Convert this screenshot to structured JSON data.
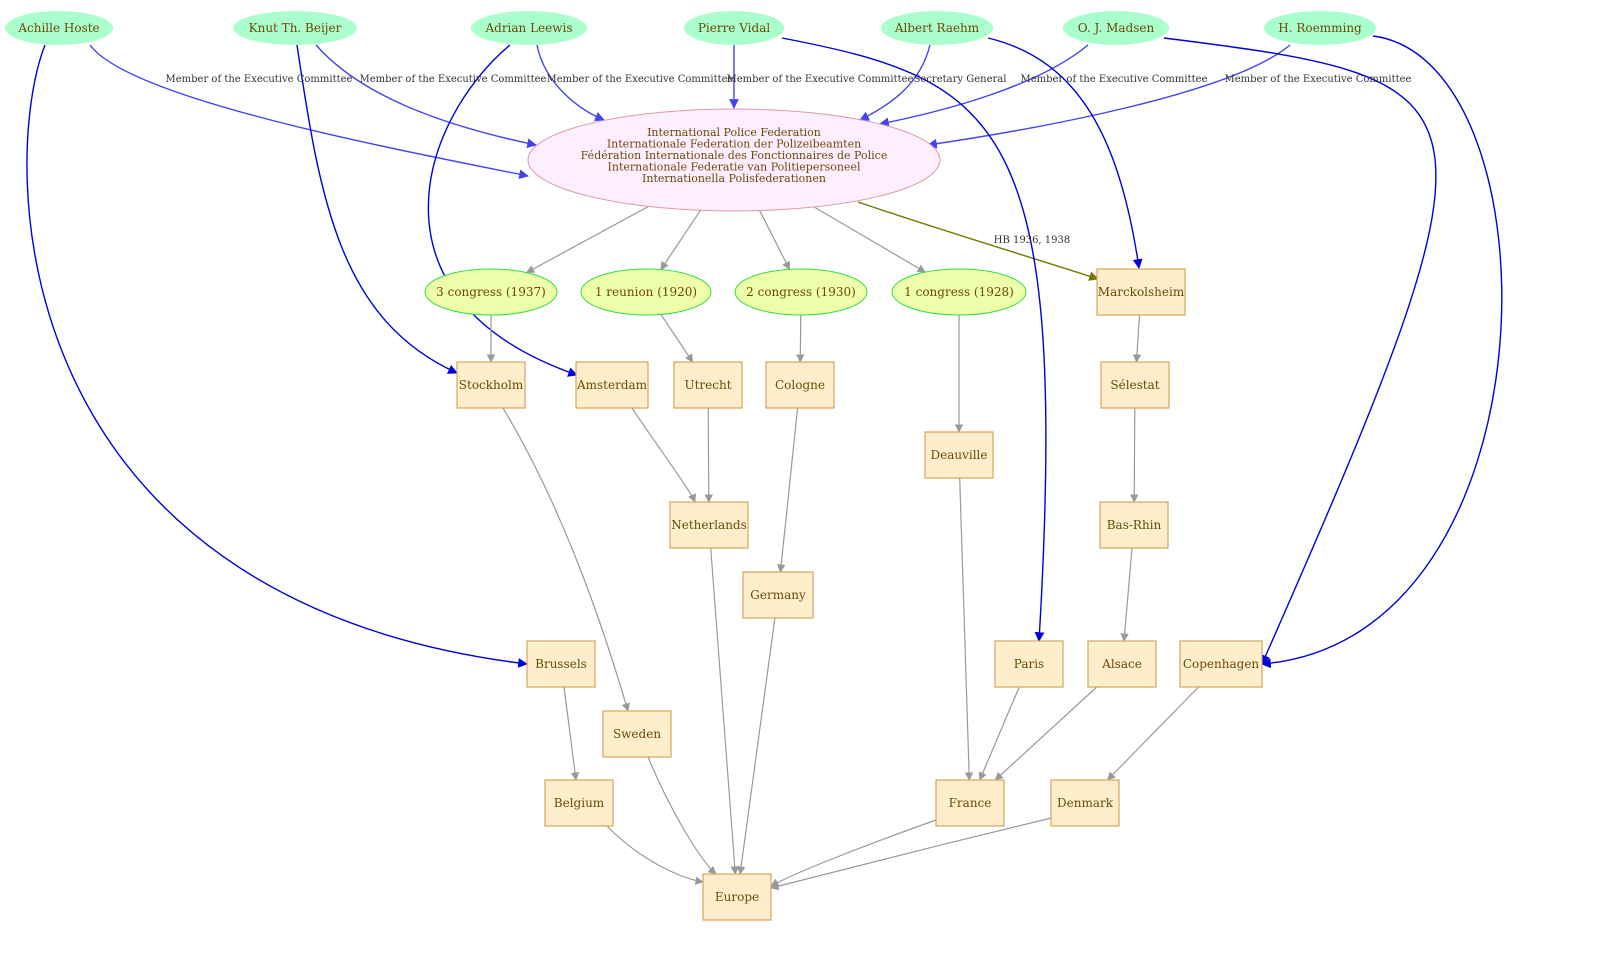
{
  "colors": {
    "person_fill": "#aaffcc",
    "org_fill": "#ffeeff",
    "org_stroke": "#d89aa6",
    "event_fill": "#eeffaa",
    "event_stroke": "#33dd44",
    "place_fill": "#ffeecc",
    "place_stroke": "#d9a55a",
    "text": "#6b4a05",
    "membership_edge": "#4444ee",
    "person_place_edge": "#0000dd",
    "hb_edge": "#777700",
    "place_edge": "#999999"
  },
  "organization": {
    "id": "ipf",
    "lines": [
      "International Police Federation",
      "Internationale Federation der Polizeibeamten",
      "Fédération Internationale des Fonctionnaires de Police",
      "Internationale Federatie van Politiepersoneel",
      "Internationella Polisfederationen"
    ]
  },
  "people": [
    {
      "id": "hoste",
      "label": "Achille Hoste"
    },
    {
      "id": "beijer",
      "label": "Knut Th. Beijer"
    },
    {
      "id": "leewis",
      "label": "Adrian Leewis"
    },
    {
      "id": "vidal",
      "label": "Pierre Vidal"
    },
    {
      "id": "raehm",
      "label": "Albert Raehm"
    },
    {
      "id": "madsen",
      "label": "O. J. Madsen"
    },
    {
      "id": "roemming",
      "label": "H. Roemming"
    }
  ],
  "events": [
    {
      "id": "c3",
      "label": "3 congress (1937)"
    },
    {
      "id": "r1",
      "label": "1 reunion (1920)"
    },
    {
      "id": "c2",
      "label": "2 congress (1930)"
    },
    {
      "id": "c1",
      "label": "1 congress (1928)"
    }
  ],
  "places": [
    {
      "id": "marckolsheim",
      "label": "Marckolsheim"
    },
    {
      "id": "stockholm",
      "label": "Stockholm"
    },
    {
      "id": "amsterdam",
      "label": "Amsterdam"
    },
    {
      "id": "utrecht",
      "label": "Utrecht"
    },
    {
      "id": "cologne",
      "label": "Cologne"
    },
    {
      "id": "selestat",
      "label": "Sélestat"
    },
    {
      "id": "deauville",
      "label": "Deauville"
    },
    {
      "id": "netherlands",
      "label": "Netherlands"
    },
    {
      "id": "basrhin",
      "label": "Bas-Rhin"
    },
    {
      "id": "germany",
      "label": "Germany"
    },
    {
      "id": "brussels",
      "label": "Brussels"
    },
    {
      "id": "paris",
      "label": "Paris"
    },
    {
      "id": "alsace",
      "label": "Alsace"
    },
    {
      "id": "copenhagen",
      "label": "Copenhagen"
    },
    {
      "id": "sweden",
      "label": "Sweden"
    },
    {
      "id": "belgium",
      "label": "Belgium"
    },
    {
      "id": "france",
      "label": "France"
    },
    {
      "id": "denmark",
      "label": "Denmark"
    },
    {
      "id": "europe",
      "label": "Europe"
    }
  ],
  "edges": [
    {
      "from": "hoste",
      "to": "ipf",
      "kind": "membership",
      "label": "Member of the Executive Committee"
    },
    {
      "from": "beijer",
      "to": "ipf",
      "kind": "membership",
      "label": "Member of the Executive Committee"
    },
    {
      "from": "leewis",
      "to": "ipf",
      "kind": "membership",
      "label": "Member of the Executive Committee"
    },
    {
      "from": "vidal",
      "to": "ipf",
      "kind": "membership",
      "label": "Member of the Executive Committee"
    },
    {
      "from": "raehm",
      "to": "ipf",
      "kind": "membership",
      "label": "Secretary General"
    },
    {
      "from": "madsen",
      "to": "ipf",
      "kind": "membership",
      "label": "Member of the Executive Committee"
    },
    {
      "from": "roemming",
      "to": "ipf",
      "kind": "membership",
      "label": "Member of the Executive Committee"
    },
    {
      "from": "ipf",
      "to": "marckolsheim",
      "kind": "hb",
      "label": "HB 1936, 1938"
    },
    {
      "from": "ipf",
      "to": "c3",
      "kind": "place",
      "label": ""
    },
    {
      "from": "ipf",
      "to": "r1",
      "kind": "place",
      "label": ""
    },
    {
      "from": "ipf",
      "to": "c2",
      "kind": "place",
      "label": ""
    },
    {
      "from": "ipf",
      "to": "c1",
      "kind": "place",
      "label": ""
    },
    {
      "from": "hoste",
      "to": "brussels",
      "kind": "person_place",
      "label": ""
    },
    {
      "from": "beijer",
      "to": "stockholm",
      "kind": "person_place",
      "label": ""
    },
    {
      "from": "leewis",
      "to": "amsterdam",
      "kind": "person_place",
      "label": ""
    },
    {
      "from": "vidal",
      "to": "paris",
      "kind": "person_place",
      "label": ""
    },
    {
      "from": "raehm",
      "to": "marckolsheim",
      "kind": "person_place",
      "label": ""
    },
    {
      "from": "madsen",
      "to": "copenhagen",
      "kind": "person_place",
      "label": ""
    },
    {
      "from": "roemming",
      "to": "copenhagen",
      "kind": "person_place",
      "label": ""
    },
    {
      "from": "c3",
      "to": "stockholm",
      "kind": "place",
      "label": ""
    },
    {
      "from": "r1",
      "to": "utrecht",
      "kind": "place",
      "label": ""
    },
    {
      "from": "c2",
      "to": "cologne",
      "kind": "place",
      "label": ""
    },
    {
      "from": "c1",
      "to": "deauville",
      "kind": "place",
      "label": ""
    },
    {
      "from": "marckolsheim",
      "to": "selestat",
      "kind": "place",
      "label": ""
    },
    {
      "from": "selestat",
      "to": "basrhin",
      "kind": "place",
      "label": ""
    },
    {
      "from": "basrhin",
      "to": "alsace",
      "kind": "place",
      "label": ""
    },
    {
      "from": "amsterdam",
      "to": "netherlands",
      "kind": "place",
      "label": ""
    },
    {
      "from": "utrecht",
      "to": "netherlands",
      "kind": "place",
      "label": ""
    },
    {
      "from": "cologne",
      "to": "germany",
      "kind": "place",
      "label": ""
    },
    {
      "from": "stockholm",
      "to": "sweden",
      "kind": "place",
      "label": ""
    },
    {
      "from": "deauville",
      "to": "france",
      "kind": "place",
      "label": ""
    },
    {
      "from": "paris",
      "to": "france",
      "kind": "place",
      "label": ""
    },
    {
      "from": "alsace",
      "to": "france",
      "kind": "place",
      "label": ""
    },
    {
      "from": "copenhagen",
      "to": "denmark",
      "kind": "place",
      "label": ""
    },
    {
      "from": "brussels",
      "to": "belgium",
      "kind": "place",
      "label": ""
    },
    {
      "from": "belgium",
      "to": "europe",
      "kind": "place",
      "label": ""
    },
    {
      "from": "sweden",
      "to": "europe",
      "kind": "place",
      "label": ""
    },
    {
      "from": "netherlands",
      "to": "europe",
      "kind": "place",
      "label": ""
    },
    {
      "from": "germany",
      "to": "europe",
      "kind": "place",
      "label": ""
    },
    {
      "from": "france",
      "to": "europe",
      "kind": "place",
      "label": ""
    },
    {
      "from": "denmark",
      "to": "europe",
      "kind": "place",
      "label": ""
    }
  ]
}
